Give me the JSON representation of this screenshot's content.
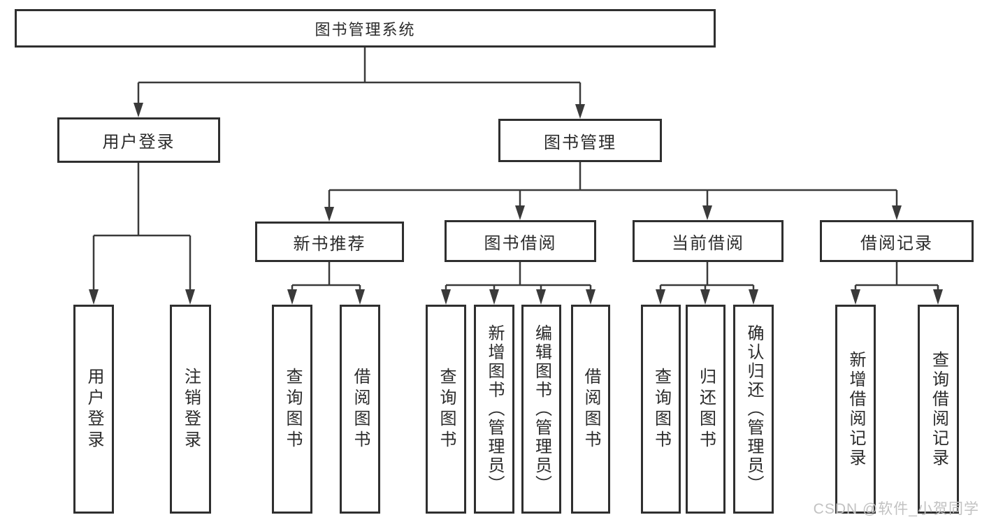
{
  "diagram": {
    "type": "tree",
    "root": {
      "label": "图书管理系统",
      "children": [
        {
          "label": "用户登录",
          "children": [
            {
              "label": "用户登录"
            },
            {
              "label": "注销登录"
            }
          ]
        },
        {
          "label": "图书管理",
          "children": [
            {
              "label": "新书推荐",
              "children": [
                {
                  "label": "查询图书"
                },
                {
                  "label": "借阅图书"
                }
              ]
            },
            {
              "label": "图书借阅",
              "children": [
                {
                  "label": "查询图书"
                },
                {
                  "label": "新增图书（管理员）"
                },
                {
                  "label": "编辑图书（管理员）"
                },
                {
                  "label": "借阅图书"
                }
              ]
            },
            {
              "label": "当前借阅",
              "children": [
                {
                  "label": "查询图书"
                },
                {
                  "label": "归还图书"
                },
                {
                  "label": "确认归还（管理员）"
                }
              ]
            },
            {
              "label": "借阅记录",
              "children": [
                {
                  "label": "新增借阅记录"
                },
                {
                  "label": "查询借阅记录"
                }
              ]
            }
          ]
        }
      ]
    }
  },
  "watermark": {
    "text": "CSDN @软件_小贺同学"
  },
  "colors": {
    "line": "#3a3a3a",
    "box_border": "#2f2f2f",
    "box_fill": "#ffffff",
    "text": "#2b2b2b",
    "watermark": "#c2c2c2",
    "background": "#ffffff"
  }
}
